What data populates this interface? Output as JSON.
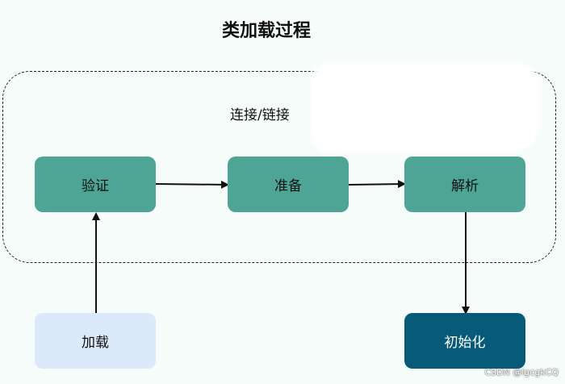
{
  "title": "类加载过程",
  "group": {
    "label": "连接/链接"
  },
  "nodes": {
    "verify": "验证",
    "prepare": "准备",
    "resolve": "解析",
    "load": "加载",
    "init": "初始化"
  },
  "colors": {
    "teal_node": "#4ea595",
    "load_node": "#dbe9fb",
    "init_node": "#075a78",
    "background": "#f6fcf9"
  },
  "watermark": "CSDN @lgcgkCQ"
}
